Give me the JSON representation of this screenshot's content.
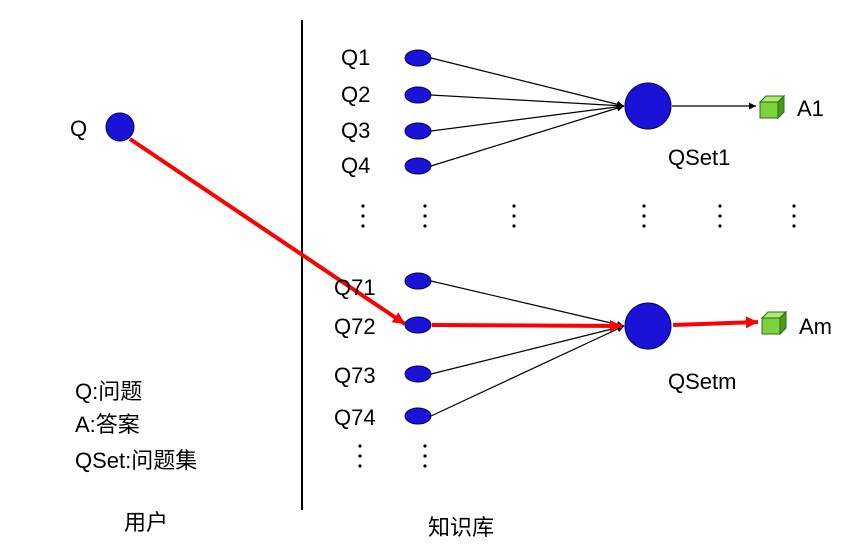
{
  "user": {
    "node_label": "Q",
    "section_label": "用户"
  },
  "legend": [
    "Q:问题",
    "A:答案",
    "QSet:问题集"
  ],
  "kb": {
    "section_label": "知识库",
    "top_questions": [
      "Q1",
      "Q2",
      "Q3",
      "Q4"
    ],
    "top_set_label": "QSet1",
    "top_answer_label": "A1",
    "bottom_questions": [
      "Q71",
      "Q72",
      "Q73",
      "Q74"
    ],
    "bottom_set_label": "QSetm",
    "bottom_answer_label": "Am"
  },
  "colors": {
    "node": "#1a12d6",
    "node_stroke": "#00005a",
    "edge": "#000000",
    "match_path": "#ff0000",
    "answer_front": "#7bd23c",
    "answer_side": "#4f9a1e",
    "answer_top": "#a9ec70",
    "divider": "#000000"
  },
  "icons": {
    "answer": "green-cube-icon"
  }
}
